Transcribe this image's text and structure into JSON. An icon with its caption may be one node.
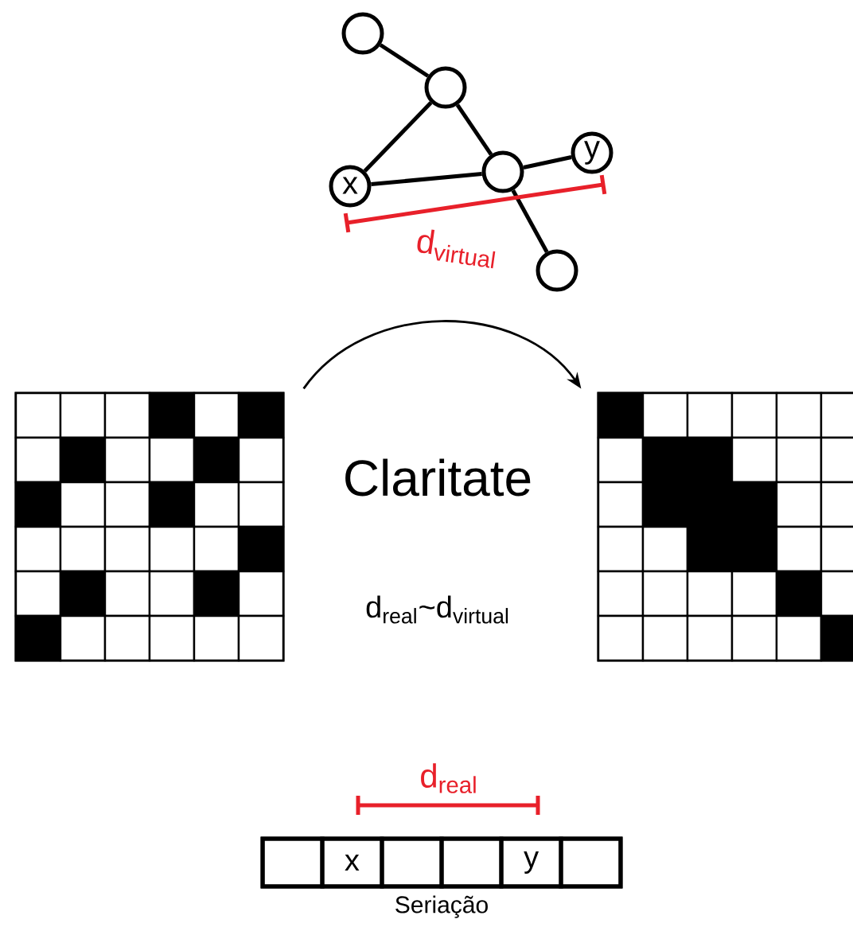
{
  "diagram": {
    "nodes": [
      {
        "text": [],
        "shape": "circle"
      },
      {
        "text": [],
        "shape": "circle"
      },
      {
        "text": [
          "x"
        ]
      },
      {
        "text": [],
        "shape": "circle"
      },
      {
        "text": [
          "y"
        ]
      },
      {
        "text": [],
        "shape": "circle"
      },
      {
        "text": [],
        "shape": "box"
      },
      {
        "text": [],
        "shape": "box"
      },
      {
        "text": [
          "Seriação"
        ]
      },
      {
        "text": [],
        "shape": "box",
        "in": 8
      },
      {
        "text": [
          "x"
        ],
        "in": 8
      },
      {
        "text": [],
        "shape": "box",
        "in": 8
      },
      {
        "text": [],
        "shape": "box",
        "in": 8
      },
      {
        "text": [
          "y"
        ],
        "in": 8
      },
      {
        "text": [],
        "shape": "box",
        "in": 8
      }
    ],
    "edges": [
      {
        "from": 0,
        "to": 1,
        "arrow": "none"
      },
      {
        "from": 1,
        "to": 2,
        "arrow": "none"
      },
      {
        "from": 1,
        "to": 3,
        "arrow": "none"
      },
      {
        "from": 2,
        "to": 3,
        "arrow": "none"
      },
      {
        "from": 3,
        "to": 4,
        "arrow": "none"
      },
      {
        "from": 3,
        "to": 5,
        "arrow": "none"
      },
      {
        "from": 6,
        "to": 7,
        "arrow": "to"
      }
    ],
    "labels": [
      "d$_{virtual}$",
      "Claritate",
      "d$_{real}$~d$_{virtual}$",
      "d$_{real}$"
    ]
  }
}
